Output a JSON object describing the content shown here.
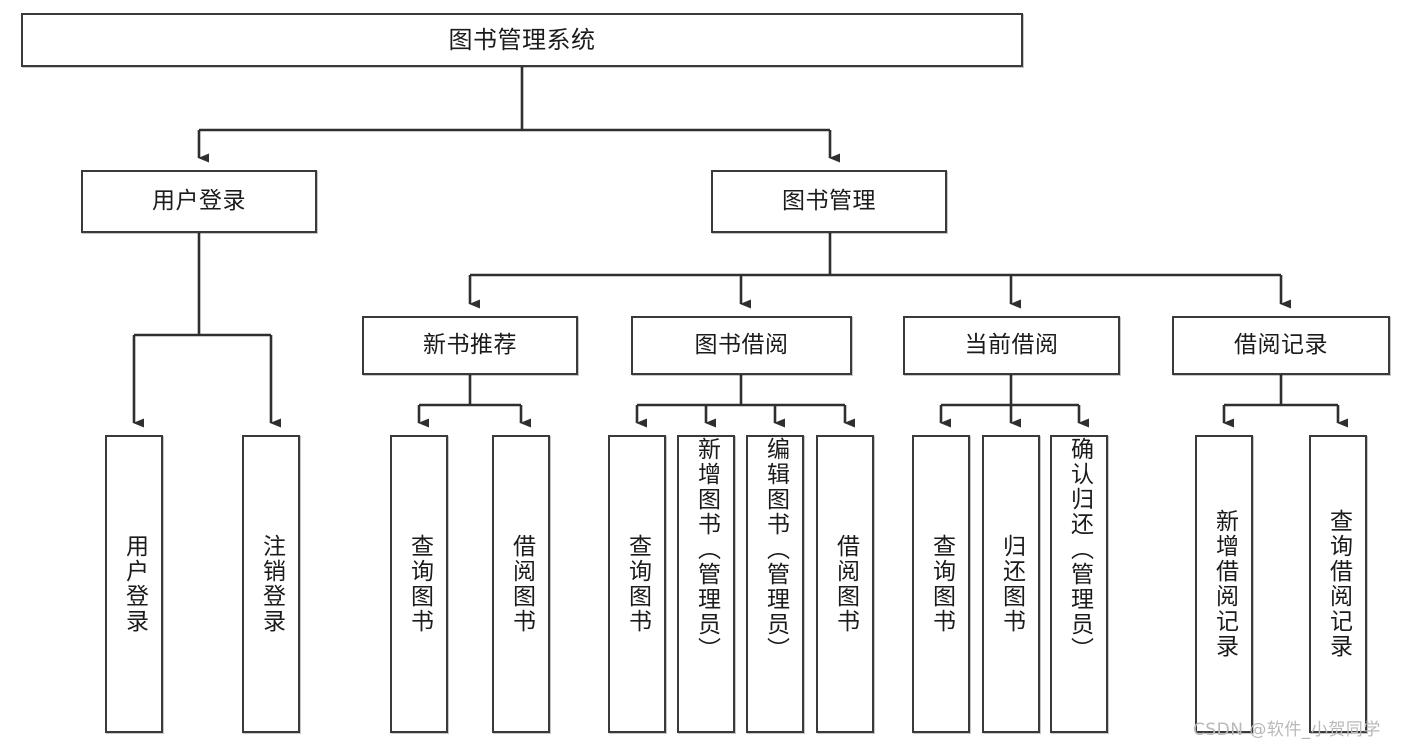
{
  "diagram": {
    "title": "图书管理系统",
    "type": "tree-hierarchy-chart",
    "orientation": "top-down",
    "watermark": "CSDN @软件_小贺同学",
    "colors": {
      "box_border": "#3a3a3a",
      "box_fill": "#ffffff",
      "edge": "#2f2f2f",
      "text": "#1b1b1b",
      "watermark": "#b9b9b9",
      "background": "#ffffff"
    },
    "nodes": {
      "root": {
        "label": "图书管理系统"
      },
      "level2": [
        {
          "id": "user-login",
          "label": "用户登录"
        },
        {
          "id": "book-manage",
          "label": "图书管理"
        }
      ],
      "level3": [
        {
          "id": "new-book-recommend",
          "label": "新书推荐"
        },
        {
          "id": "book-borrow",
          "label": "图书借阅"
        },
        {
          "id": "current-borrow",
          "label": "当前借阅"
        },
        {
          "id": "borrow-record",
          "label": "借阅记录"
        }
      ],
      "leaves": {
        "user_login": [
          {
            "id": "leaf-user-login",
            "label": "用户登录"
          },
          {
            "id": "leaf-logout-login",
            "label": "注销登录"
          }
        ],
        "new_book_recommend": [
          {
            "id": "leaf-query-book-1",
            "label": "查询图书"
          },
          {
            "id": "leaf-borrow-book-1",
            "label": "借阅图书"
          }
        ],
        "book_borrow": [
          {
            "id": "leaf-query-book-2",
            "label": "查询图书"
          },
          {
            "id": "leaf-add-book",
            "label": "新增图书（管理员）"
          },
          {
            "id": "leaf-edit-book",
            "label": "编辑图书（管理员）"
          },
          {
            "id": "leaf-borrow-book-2",
            "label": "借阅图书"
          }
        ],
        "current_borrow": [
          {
            "id": "leaf-query-book-3",
            "label": "查询图书"
          },
          {
            "id": "leaf-return-book",
            "label": "归还图书"
          },
          {
            "id": "leaf-confirm-return",
            "label": "确认归还（管理员）"
          }
        ],
        "borrow_record": [
          {
            "id": "leaf-add-record",
            "label": "新增借阅记录"
          },
          {
            "id": "leaf-query-record",
            "label": "查询借阅记录"
          }
        ]
      }
    }
  }
}
